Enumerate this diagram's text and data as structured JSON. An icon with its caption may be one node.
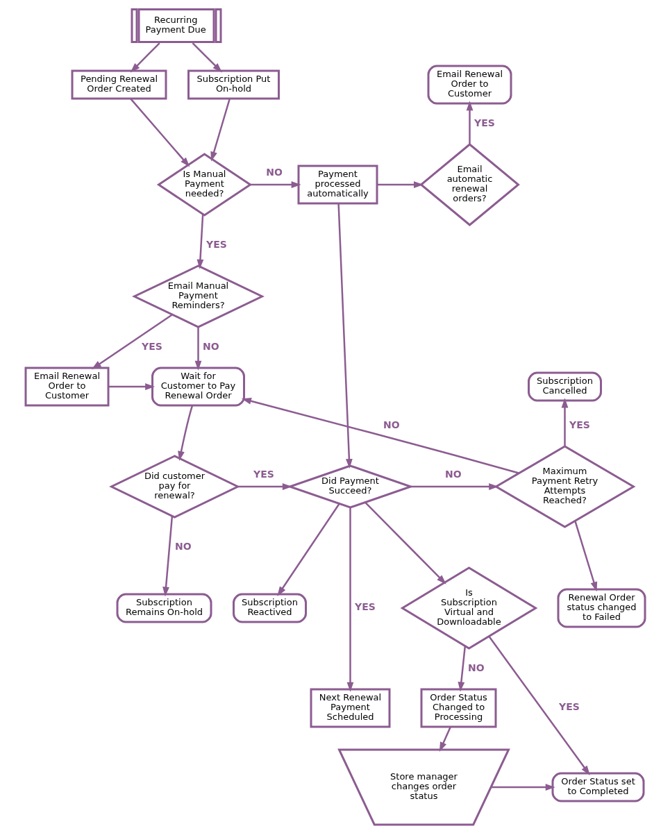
{
  "diagram": {
    "nodes": [
      {
        "text": [
          "Recurring Payment Due"
        ]
      },
      {
        "text": [
          "Pending Renewal Order Created"
        ]
      },
      {
        "text": [
          "Subscription Put On-hold"
        ]
      },
      {
        "text": [
          "Email Renewal Order to Customer"
        ]
      },
      {
        "text": [
          "Email Manual Payment Reminders?"
        ]
      },
      {
        "text": [
          "Is Manual Payment needed?"
        ]
      },
      {
        "text": [
          "Payment processed automatically"
        ]
      },
      {
        "text": [
          "Email automatic renewal orders?"
        ]
      },
      {
        "text": [
          "Email Renewal Order to Customer"
        ]
      },
      {
        "text": [
          "Wait for Customer to Pay Renewal Order"
        ]
      },
      {
        "text": [
          "Subscription Cancelled"
        ]
      },
      {
        "text": [
          "Subscription Remains On-hold"
        ]
      },
      {
        "text": [
          "Did customer pay for renewal?"
        ]
      },
      {
        "text": [
          "Did Payment Succeed?"
        ]
      },
      {
        "text": [
          "Maximum Payment Retry Attempts Reached?"
        ]
      },
      {
        "text": [
          "Renewal Order status changed to Failed"
        ]
      },
      {
        "text": [
          "Order Status Changed to Processing"
        ]
      },
      {
        "text": [
          "Is Subscription Virtual and Downloadable"
        ]
      },
      {
        "text": [
          "Subscription Reactived"
        ]
      },
      {
        "text": [
          "Next Renewal Payment Scheduled"
        ]
      },
      {
        "text": [
          "Store manager changes order status"
        ]
      },
      {
        "text": [
          "Order Status set to Completed"
        ]
      }
    ],
    "edges": [
      {
        "from": 0,
        "to": 1,
        "arrow": "to"
      },
      {
        "from": 0,
        "to": 2,
        "arrow": "to"
      },
      {
        "from": 1,
        "to": 5,
        "arrow": "to"
      },
      {
        "from": 2,
        "to": 5,
        "arrow": "to"
      },
      {
        "from": 5,
        "to": 4,
        "arrow": "to",
        "label": "YES"
      },
      {
        "from": 5,
        "to": 6,
        "arrow": "to",
        "label": "NO"
      },
      {
        "from": 6,
        "to": 7,
        "arrow": "to"
      },
      {
        "from": 7,
        "to": 3,
        "arrow": "to",
        "label": "YES"
      },
      {
        "from": 4,
        "to": 8,
        "arrow": "to",
        "label": "YES"
      },
      {
        "from": 4,
        "to": 9,
        "arrow": "to",
        "label": "NO"
      },
      {
        "from": 8,
        "to": 9,
        "arrow": "to"
      },
      {
        "from": 6,
        "to": 13,
        "arrow": "to"
      },
      {
        "from": 14,
        "to": 9,
        "arrow": "to",
        "label": "NO"
      },
      {
        "from": 9,
        "to": 12,
        "arrow": "to"
      },
      {
        "from": 12,
        "to": 11,
        "arrow": "to",
        "label": "NO"
      },
      {
        "from": 12,
        "to": 13,
        "arrow": "to",
        "label": "YES"
      },
      {
        "from": 13,
        "to": 14,
        "arrow": "to",
        "label": "NO"
      },
      {
        "from": 14,
        "to": 10,
        "arrow": "to",
        "label": "YES"
      },
      {
        "from": 14,
        "to": 15,
        "arrow": "to"
      },
      {
        "from": 13,
        "to": 17,
        "arrow": "to"
      },
      {
        "from": 13,
        "to": 18,
        "arrow": "to"
      },
      {
        "from": 13,
        "to": 19,
        "arrow": "to",
        "label": "YES"
      },
      {
        "from": 17,
        "to": 16,
        "arrow": "to",
        "label": "NO"
      },
      {
        "from": 17,
        "to": 21,
        "arrow": "to",
        "label": "YES"
      },
      {
        "from": 16,
        "to": 20,
        "arrow": "to"
      },
      {
        "from": 20,
        "to": 21,
        "arrow": "to"
      }
    ]
  }
}
